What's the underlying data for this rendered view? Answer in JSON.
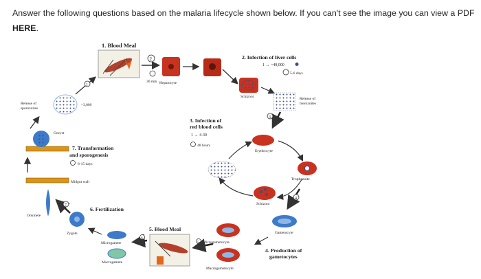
{
  "instruction": {
    "text": "Answer the following questions based on the malaria lifecycle shown below. If you can't see the image you can view a PDF",
    "link_label": "HERE",
    "trailing": "."
  },
  "diagram": {
    "step1": "1. Blood Meal",
    "step2": "2. Infection of liver cells",
    "step2_count": "1 → ~40,000",
    "step2_time": "5-6 days",
    "step3_title_line1": "3. Infection of",
    "step3_title_line2": "red blood cells",
    "step3_count": "1 → 4-30",
    "step3_time": "48 hours",
    "step4_line1": "4. Production of",
    "step4_line2": "gametocytes",
    "step5": "5. Blood Meal",
    "step6": "6. Fertilization",
    "step7_line1": "7. Transformation",
    "step7_line2": "and sporogenesis",
    "step7_time": "8-15 days",
    "time_30": "30 min",
    "sporozoite_count": "~3,000",
    "labels": {
      "hepatocyte": "Hepatocyte",
      "schizont_top": "Schizont",
      "release_merozoites_line1": "Release of",
      "release_merozoites_line2": "merozoites",
      "erythrocyte": "Erythrocyte",
      "trophozoite": "Trophozoite",
      "schizont_mid": "Schizont",
      "gametocyte": "Gametocyte",
      "microgametocyte": "Microgametocyte",
      "macrogametocyte": "Macrogametocyte",
      "release_sporozoites_line1": "Release of",
      "release_sporozoites_line2": "sporozoites",
      "oocyst": "Oocyst",
      "midgut_wall": "Midgut wall",
      "ookinete": "Ookinete",
      "zygote": "Zygote",
      "microgamete": "Microgamete",
      "macrogamete": "Macrogamete"
    },
    "markers": {
      "m1": "1",
      "m2": "2",
      "m3": "3",
      "m4": "4",
      "m5": "5",
      "m6": "6",
      "m7": "7"
    }
  }
}
